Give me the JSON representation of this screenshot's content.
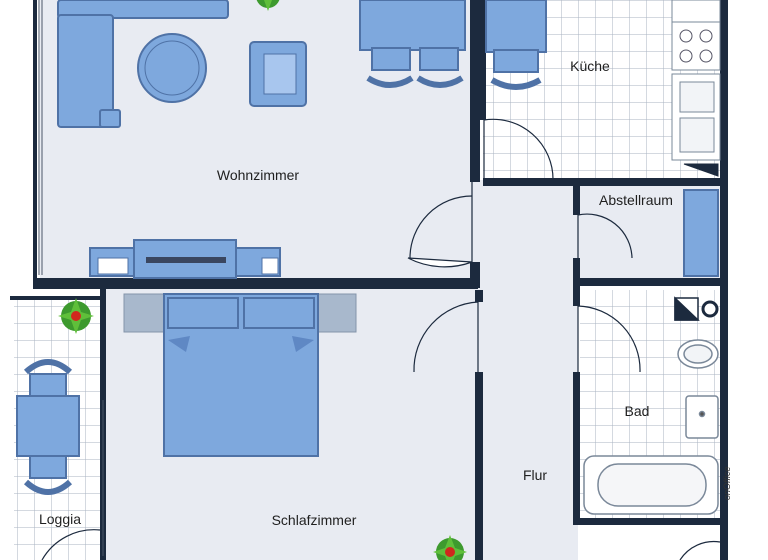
{
  "rooms": {
    "wohnzimmer": "Wohnzimmer",
    "kueche": "Küche",
    "abstellraum": "Abstellraum",
    "schlafzimmer": "Schlafzimmer",
    "loggia": "Loggia",
    "bad": "Bad",
    "flur": "Flur"
  },
  "watermark": "onOffice",
  "colors": {
    "floor": "#e8ebf2",
    "tile_bg": "#ffffff",
    "tile_line": "#aab3c2",
    "wall": "#1c2a3e",
    "furniture": "#7ea8dd",
    "furniture_stroke": "#4f72a6",
    "plant": "#3d9a2e"
  }
}
